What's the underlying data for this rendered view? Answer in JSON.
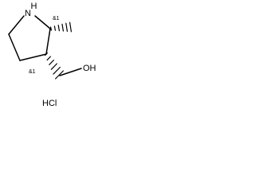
{
  "molecule": {
    "atoms": {
      "nitrogen": "N",
      "nitrogen_hydrogen": "H",
      "hydroxyl": "OH"
    },
    "stereo": {
      "c2": "&1",
      "c3": "&1"
    },
    "salt": "HCl"
  },
  "colors": {
    "bond": "#000000",
    "text": "#000000",
    "background": "#ffffff"
  }
}
